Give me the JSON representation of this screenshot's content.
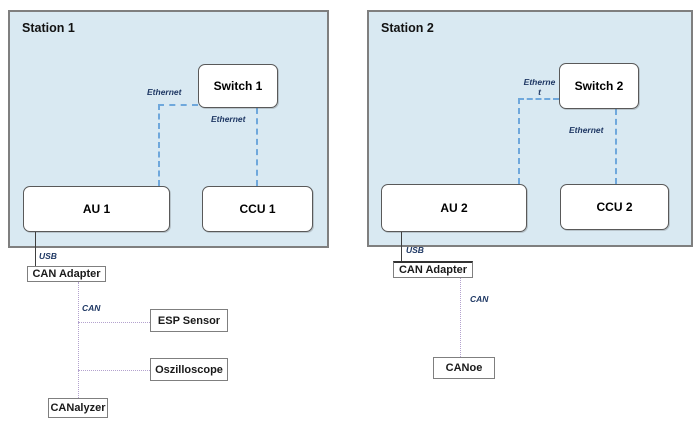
{
  "colors": {
    "station_fill": "#d9e9f2",
    "station_border": "#7f7f7f",
    "node_border": "#595959",
    "ethernet_line": "#6fa8dc",
    "can_line": "#b3a2ce",
    "usb_line": "#3f3f3f",
    "connection_label_text": "#1f3864"
  },
  "station1": {
    "title": "Station 1",
    "nodes": {
      "switch": "Switch 1",
      "au": "AU 1",
      "ccu": "CCU 1"
    },
    "links": {
      "ethernet_au": "Ethernet",
      "ethernet_ccu": "Ethernet",
      "usb": "USB",
      "can": "CAN"
    },
    "peripherals": {
      "can_adapter": "CAN Adapter",
      "esp_sensor": "ESP Sensor",
      "oszilloscope": "Oszilloscope",
      "canalyzer": "CANalyzer"
    }
  },
  "station2": {
    "title": "Station 2",
    "nodes": {
      "switch": "Switch 2",
      "au": "AU 2",
      "ccu": "CCU 2"
    },
    "links": {
      "ethernet_au_line1": "Etherne",
      "ethernet_au_line2": "t",
      "ethernet_ccu": "Ethernet",
      "usb": "USB",
      "can": "CAN"
    },
    "peripherals": {
      "can_adapter": "CAN Adapter",
      "canoe": "CANoe"
    }
  }
}
